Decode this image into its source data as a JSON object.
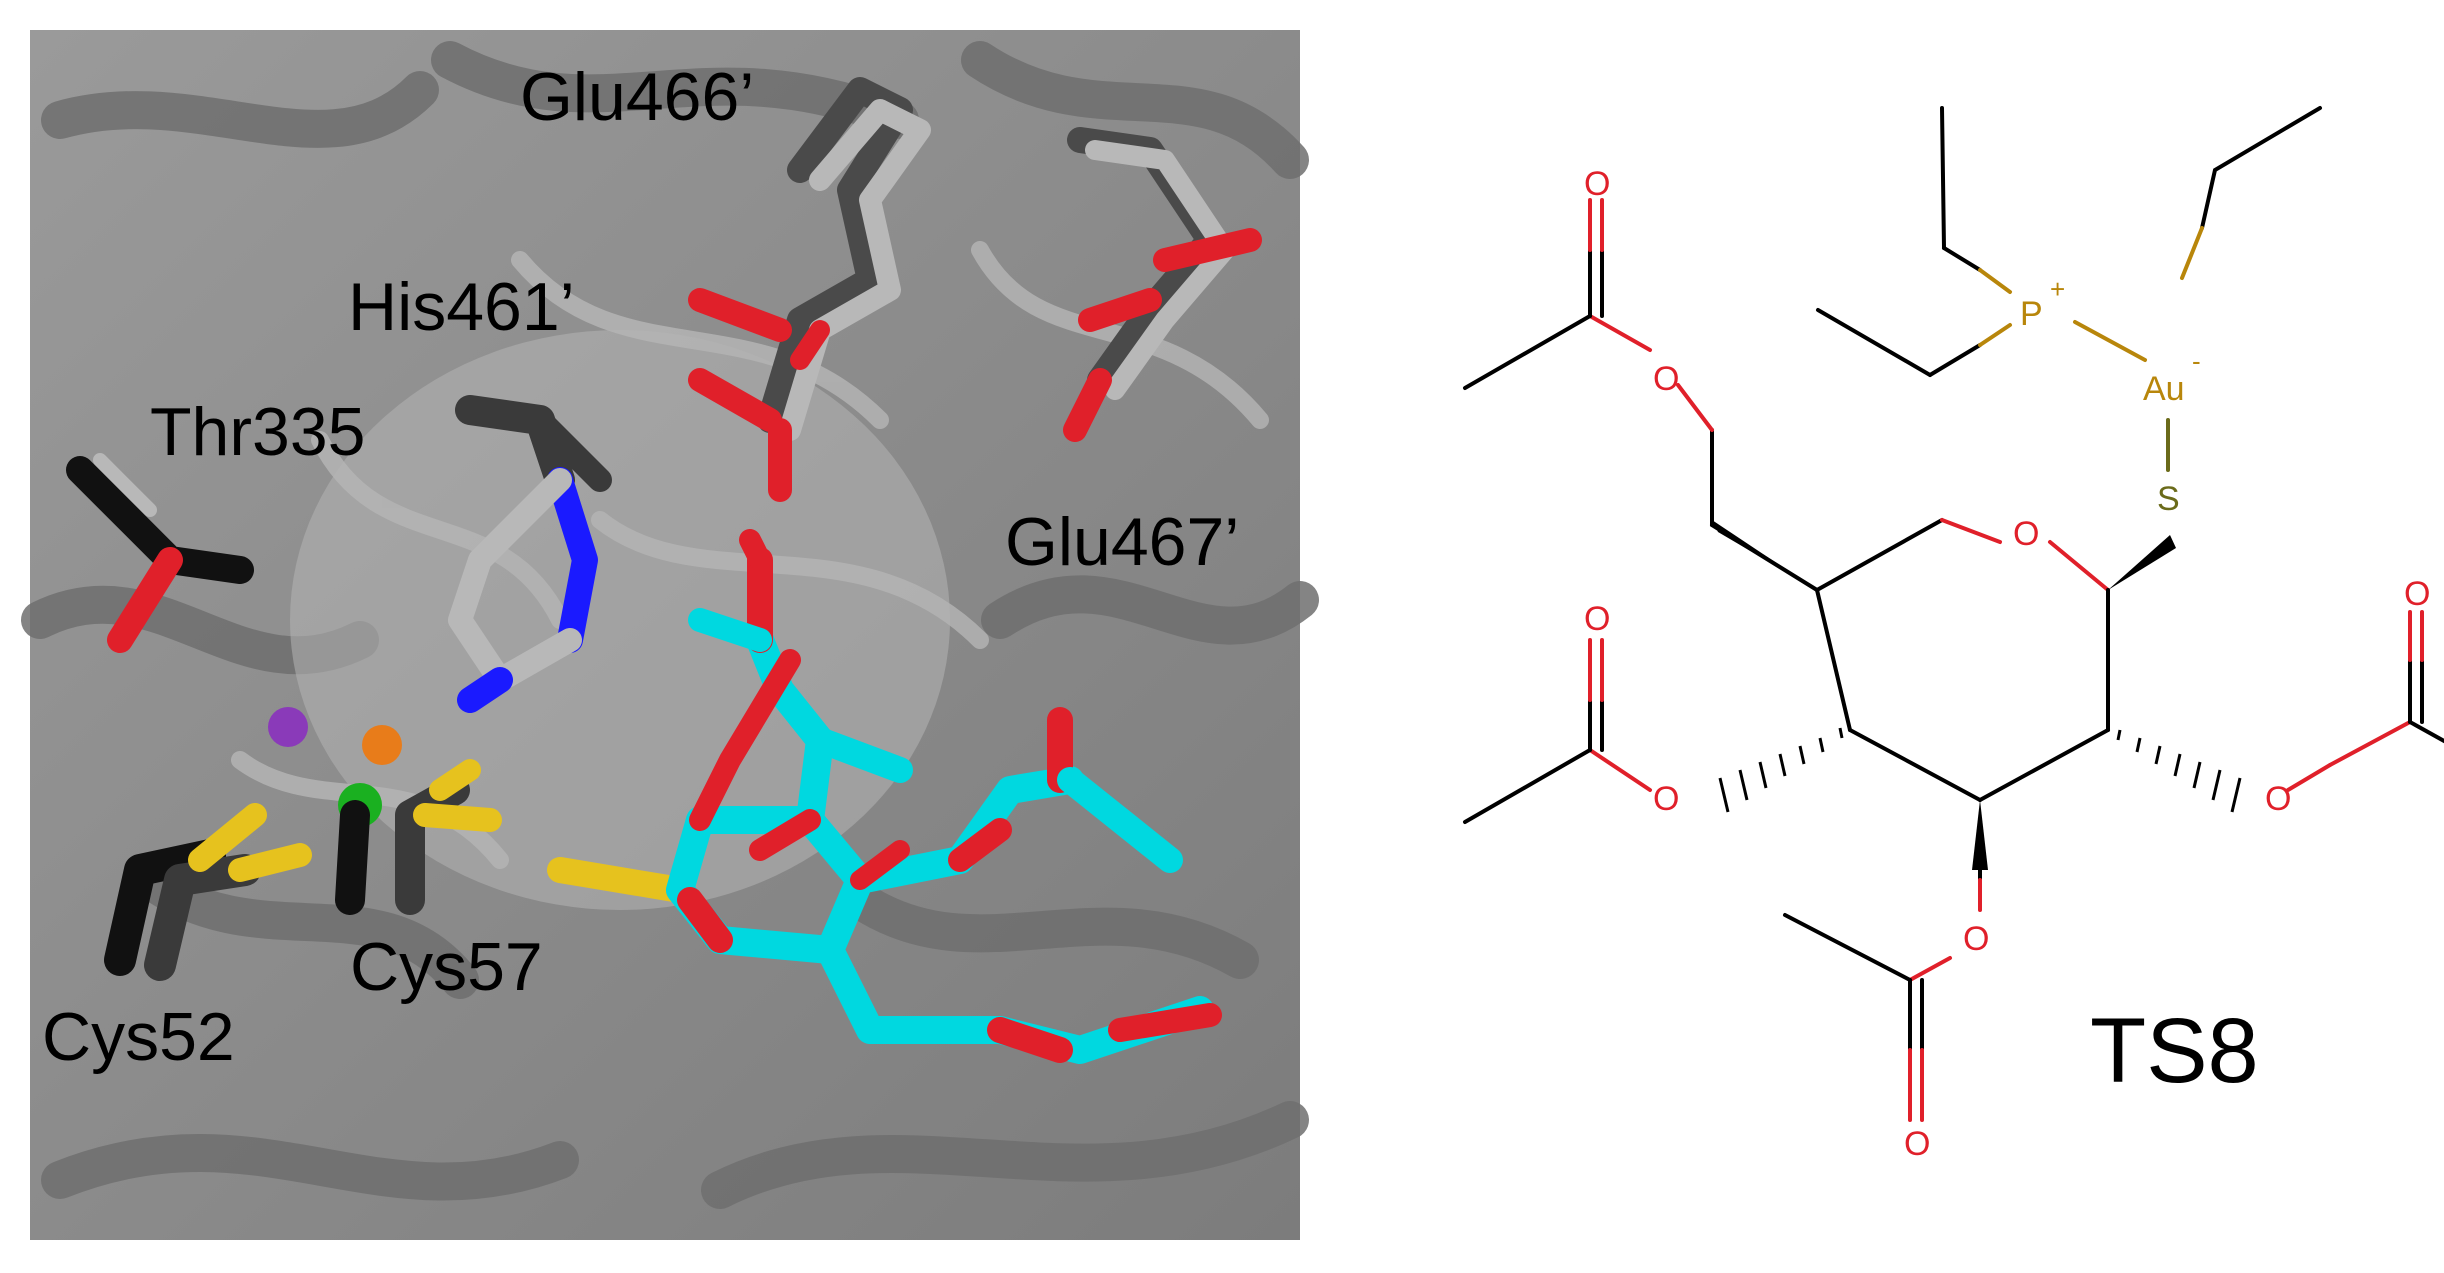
{
  "left_panel": {
    "labels": {
      "glu466": "Glu466’",
      "his461": "His461’",
      "thr335": "Thr335",
      "glu467": "Glu467’",
      "cys57": "Cys57",
      "cys52": "Cys52"
    }
  },
  "right_panel": {
    "compound_label": "TS8",
    "atoms": {
      "P": "P",
      "Au": "Au",
      "S": "S",
      "O": "O",
      "plus": "+",
      "minus": "-"
    }
  },
  "colors": {
    "protein_background": "#8e8e8e",
    "carbon_ligand": "#00d8e0",
    "oxygen": "#e0202a",
    "nitrogen": "#1a1aff",
    "sulfur": "#e6c21e",
    "carbon_dark": "#3a3a3a",
    "carbon_light": "#b8b8b8",
    "gold_bond": "#b8860b",
    "ion_purple": "#8a3ab9",
    "ion_orange": "#e87c1a",
    "ion_green": "#1ab020"
  }
}
